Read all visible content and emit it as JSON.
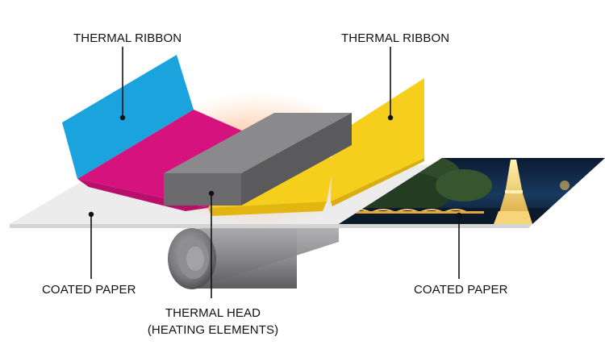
{
  "labels": {
    "ribbon_left": "THERMAL RIBBON",
    "ribbon_right": "THERMAL RIBBON",
    "paper_left": "COATED PAPER",
    "paper_right": "COATED PAPER",
    "head_line1": "THERMAL HEAD",
    "head_line2": "(HEATING ELEMENTS)"
  },
  "colors": {
    "ribbon_cyan": "#1aa3dd",
    "ribbon_magenta": "#d6127e",
    "ribbon_yellow": "#f5cf1c",
    "head_gray": "#6b6b6e",
    "paper": "#ececec",
    "roller": "#8a8a8d",
    "glow": "#ff6a2a"
  }
}
